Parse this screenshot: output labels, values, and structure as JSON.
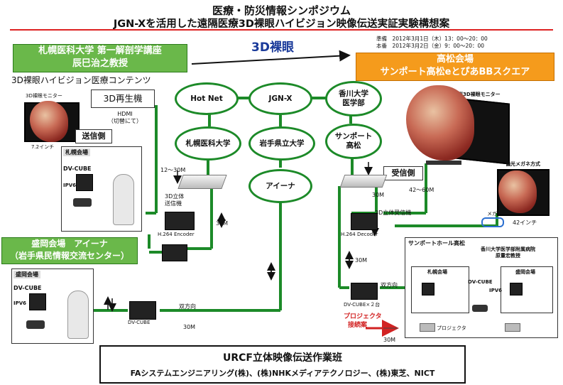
{
  "header": {
    "title_line1": "医療・防災情報シンポジウム",
    "title_line2": "JGN-Xを活用した遠隔医療3D裸眼ハイビジョン映像伝送実証実験構想案"
  },
  "left_banner": {
    "line1": "札幌医科大学 第一解剖学講座",
    "line2": "辰巳治之教授"
  },
  "content_label": "3D裸眼ハイビジョン医療コンテンツ",
  "center_label": "3D裸眼",
  "schedule": {
    "line1": "準備　2012年3月1日（木）13：00～20：00",
    "line2": "本番　2012年3月2日（金）9：00～20：00"
  },
  "right_banner": {
    "line1": "高松会場",
    "line2": "サンポート高松eとぴあBBスクエア"
  },
  "left_side": {
    "monitor_label": "3D裸眼モニター",
    "monitor_size": "7.2インチ",
    "player": "3D再生機",
    "hdmi_line1": "HDMI",
    "hdmi_line2": "（切替にて）",
    "send_side": "送信側",
    "sapporo_venue": "札幌会場",
    "dvcube1": "DV-CUBE",
    "ipv6_1": "IPV6",
    "bw_12_30": "12～30M",
    "tx_line1": "3D立体",
    "tx_line2": "送信機",
    "encoder": "H.264 Encoder",
    "bw_30_1": "30M"
  },
  "morioka": {
    "banner_line1": "盛岡会場　アイーナ",
    "banner_line2": "（岩手県民情報交流センター）",
    "venue": "盛岡会場",
    "dvcube": "DV-CUBE",
    "ipv6": "IPV6",
    "dvcube_bottom": "DV-CUBE",
    "bidirectional": "双方向",
    "bw": "30M"
  },
  "network": {
    "hotnet": "Hot Net",
    "jgnx": "JGN-X",
    "kagawa_line1": "香川大学",
    "kagawa_line2": "医学部",
    "sapporo_med": "札幌医科大学",
    "iwate": "岩手県立大学",
    "sunport_line1": "サンポート",
    "sunport_line2": "高松",
    "aina": "アイーナ"
  },
  "right_side": {
    "big_monitor": "大型3D裸眼モニター",
    "polarized": "偏光メガネ方式",
    "receive_side": "受信側",
    "bw_42_60": "42～60M",
    "bw_30_a": "30M",
    "rx": "3D立体受信機",
    "decoder": "H.264 Decoder",
    "glasses": "メガネ",
    "size42": "42インチ",
    "bw_30_b": "30M",
    "bidirectional": "双方向",
    "dvcube_x2": "DV-CUBE×２台",
    "projector_label": "プロジェクタ",
    "projector_label2": "接続案",
    "bw_30_c": "30M"
  },
  "hall": {
    "title": "サンポートホール高松",
    "kagawa_hospital": "香川大学医学部附属病院",
    "kagawa_prof": "原量宏教授",
    "sapporo_venue": "札幌会場",
    "morioka_venue": "盛岡会場",
    "dvcube": "DV-CUBE",
    "ipv6": "IPV6",
    "projector": "プロジェクタ"
  },
  "footer": {
    "team": "URCF立体映像伝送作業班",
    "companies": "FAシステムエンジニアリング(株)、(株)NHKメディアテクノロジー、(株)東芝、NICT"
  },
  "colors": {
    "link_green": "#1c8a28",
    "band_green": "#6ab84a",
    "band_orange": "#f59b1c",
    "accent_red": "#d22222",
    "tag_dark": "#222222"
  }
}
